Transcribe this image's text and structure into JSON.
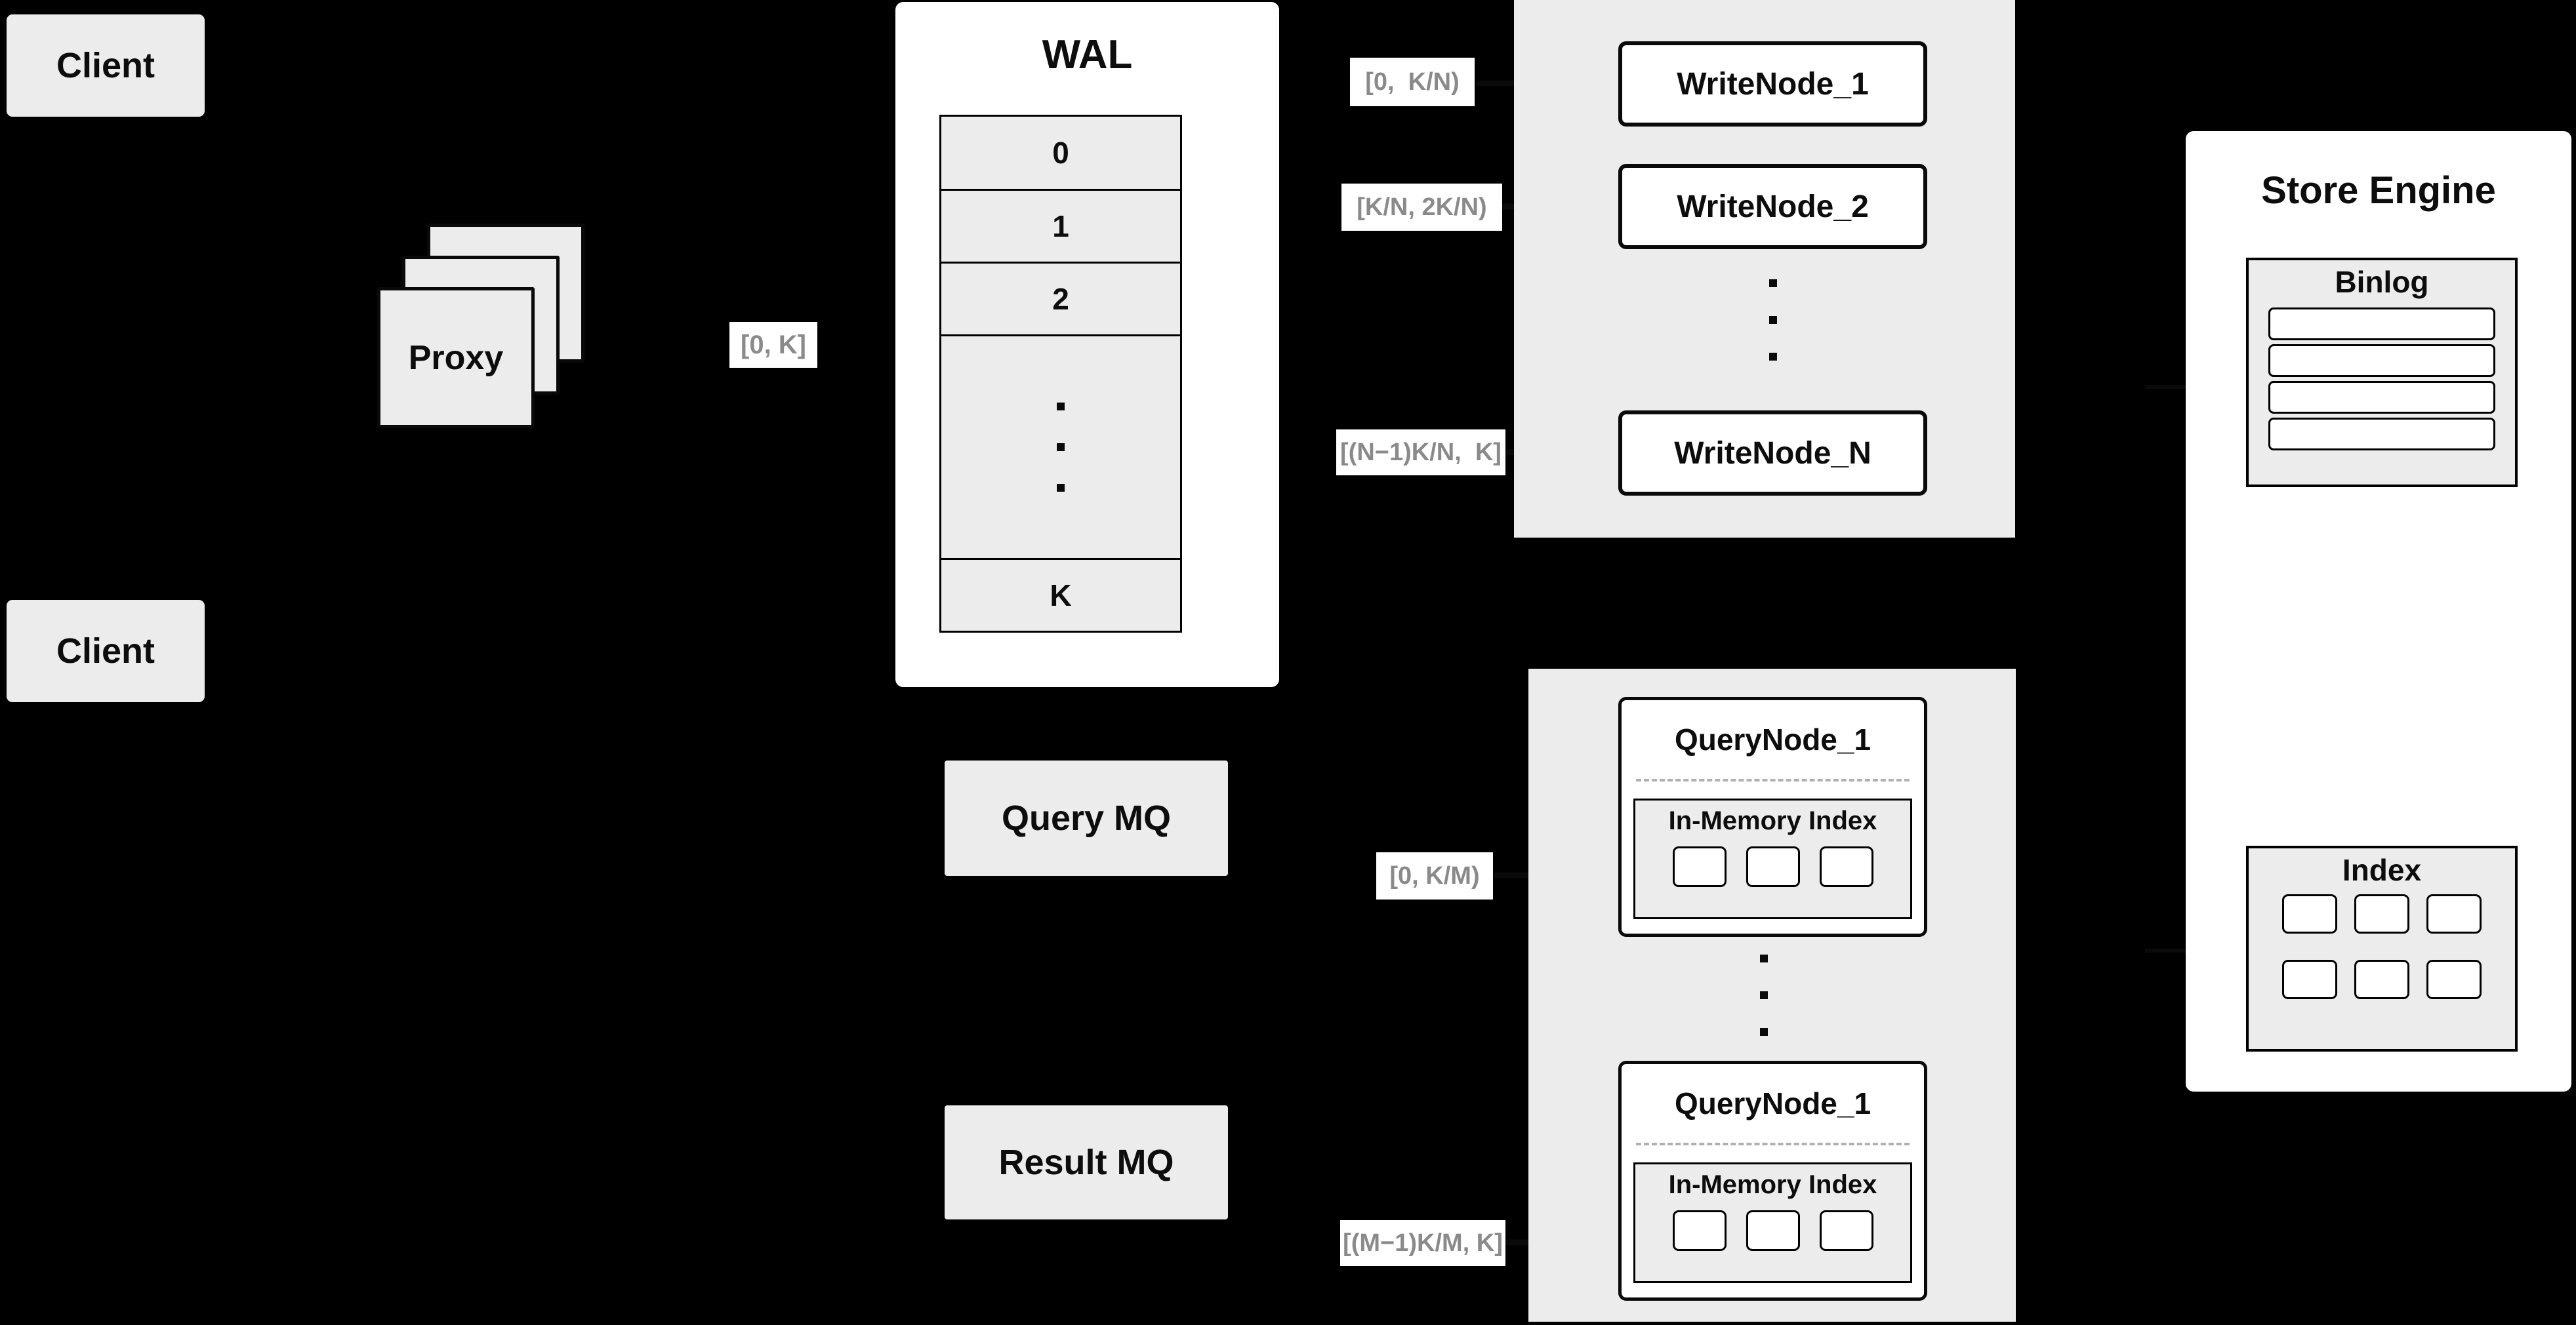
{
  "clients": {
    "top_label": "Client",
    "bottom_label": "Client"
  },
  "proxy": {
    "label": "Proxy",
    "range_label": "[0, K]"
  },
  "wal": {
    "title": "WAL",
    "rows": [
      "0",
      "1",
      "2"
    ],
    "last_row": "K"
  },
  "write_panel": {
    "nodes": [
      {
        "range": "[0,  K/N)",
        "label": "WriteNode_1"
      },
      {
        "range": "[K/N, 2K/N)",
        "label": "WriteNode_2"
      },
      {
        "range": "[(N−1)K/N,  K]",
        "label": "WriteNode_N"
      }
    ]
  },
  "store_engine": {
    "title": "Store Engine",
    "binlog_title": "Binlog",
    "index_title": "Index"
  },
  "mq": {
    "query_label": "Query MQ",
    "result_label": "Result MQ"
  },
  "query_panel": {
    "nodes": [
      {
        "range": "[0, K/M)",
        "title": "QueryNode_1",
        "inner_title": "In-Memory Index"
      },
      {
        "range": "[(M−1)K/M, K]",
        "title": "QueryNode_1",
        "inner_title": "In-Memory Index"
      }
    ]
  },
  "colors": {
    "background": "#000000",
    "panel_gray": "#ececec",
    "node_white": "#ffffff",
    "line_black": "#0a0a0a",
    "range_text_gray": "#8a8a8a",
    "dashed_gray": "#b0b0b0"
  }
}
